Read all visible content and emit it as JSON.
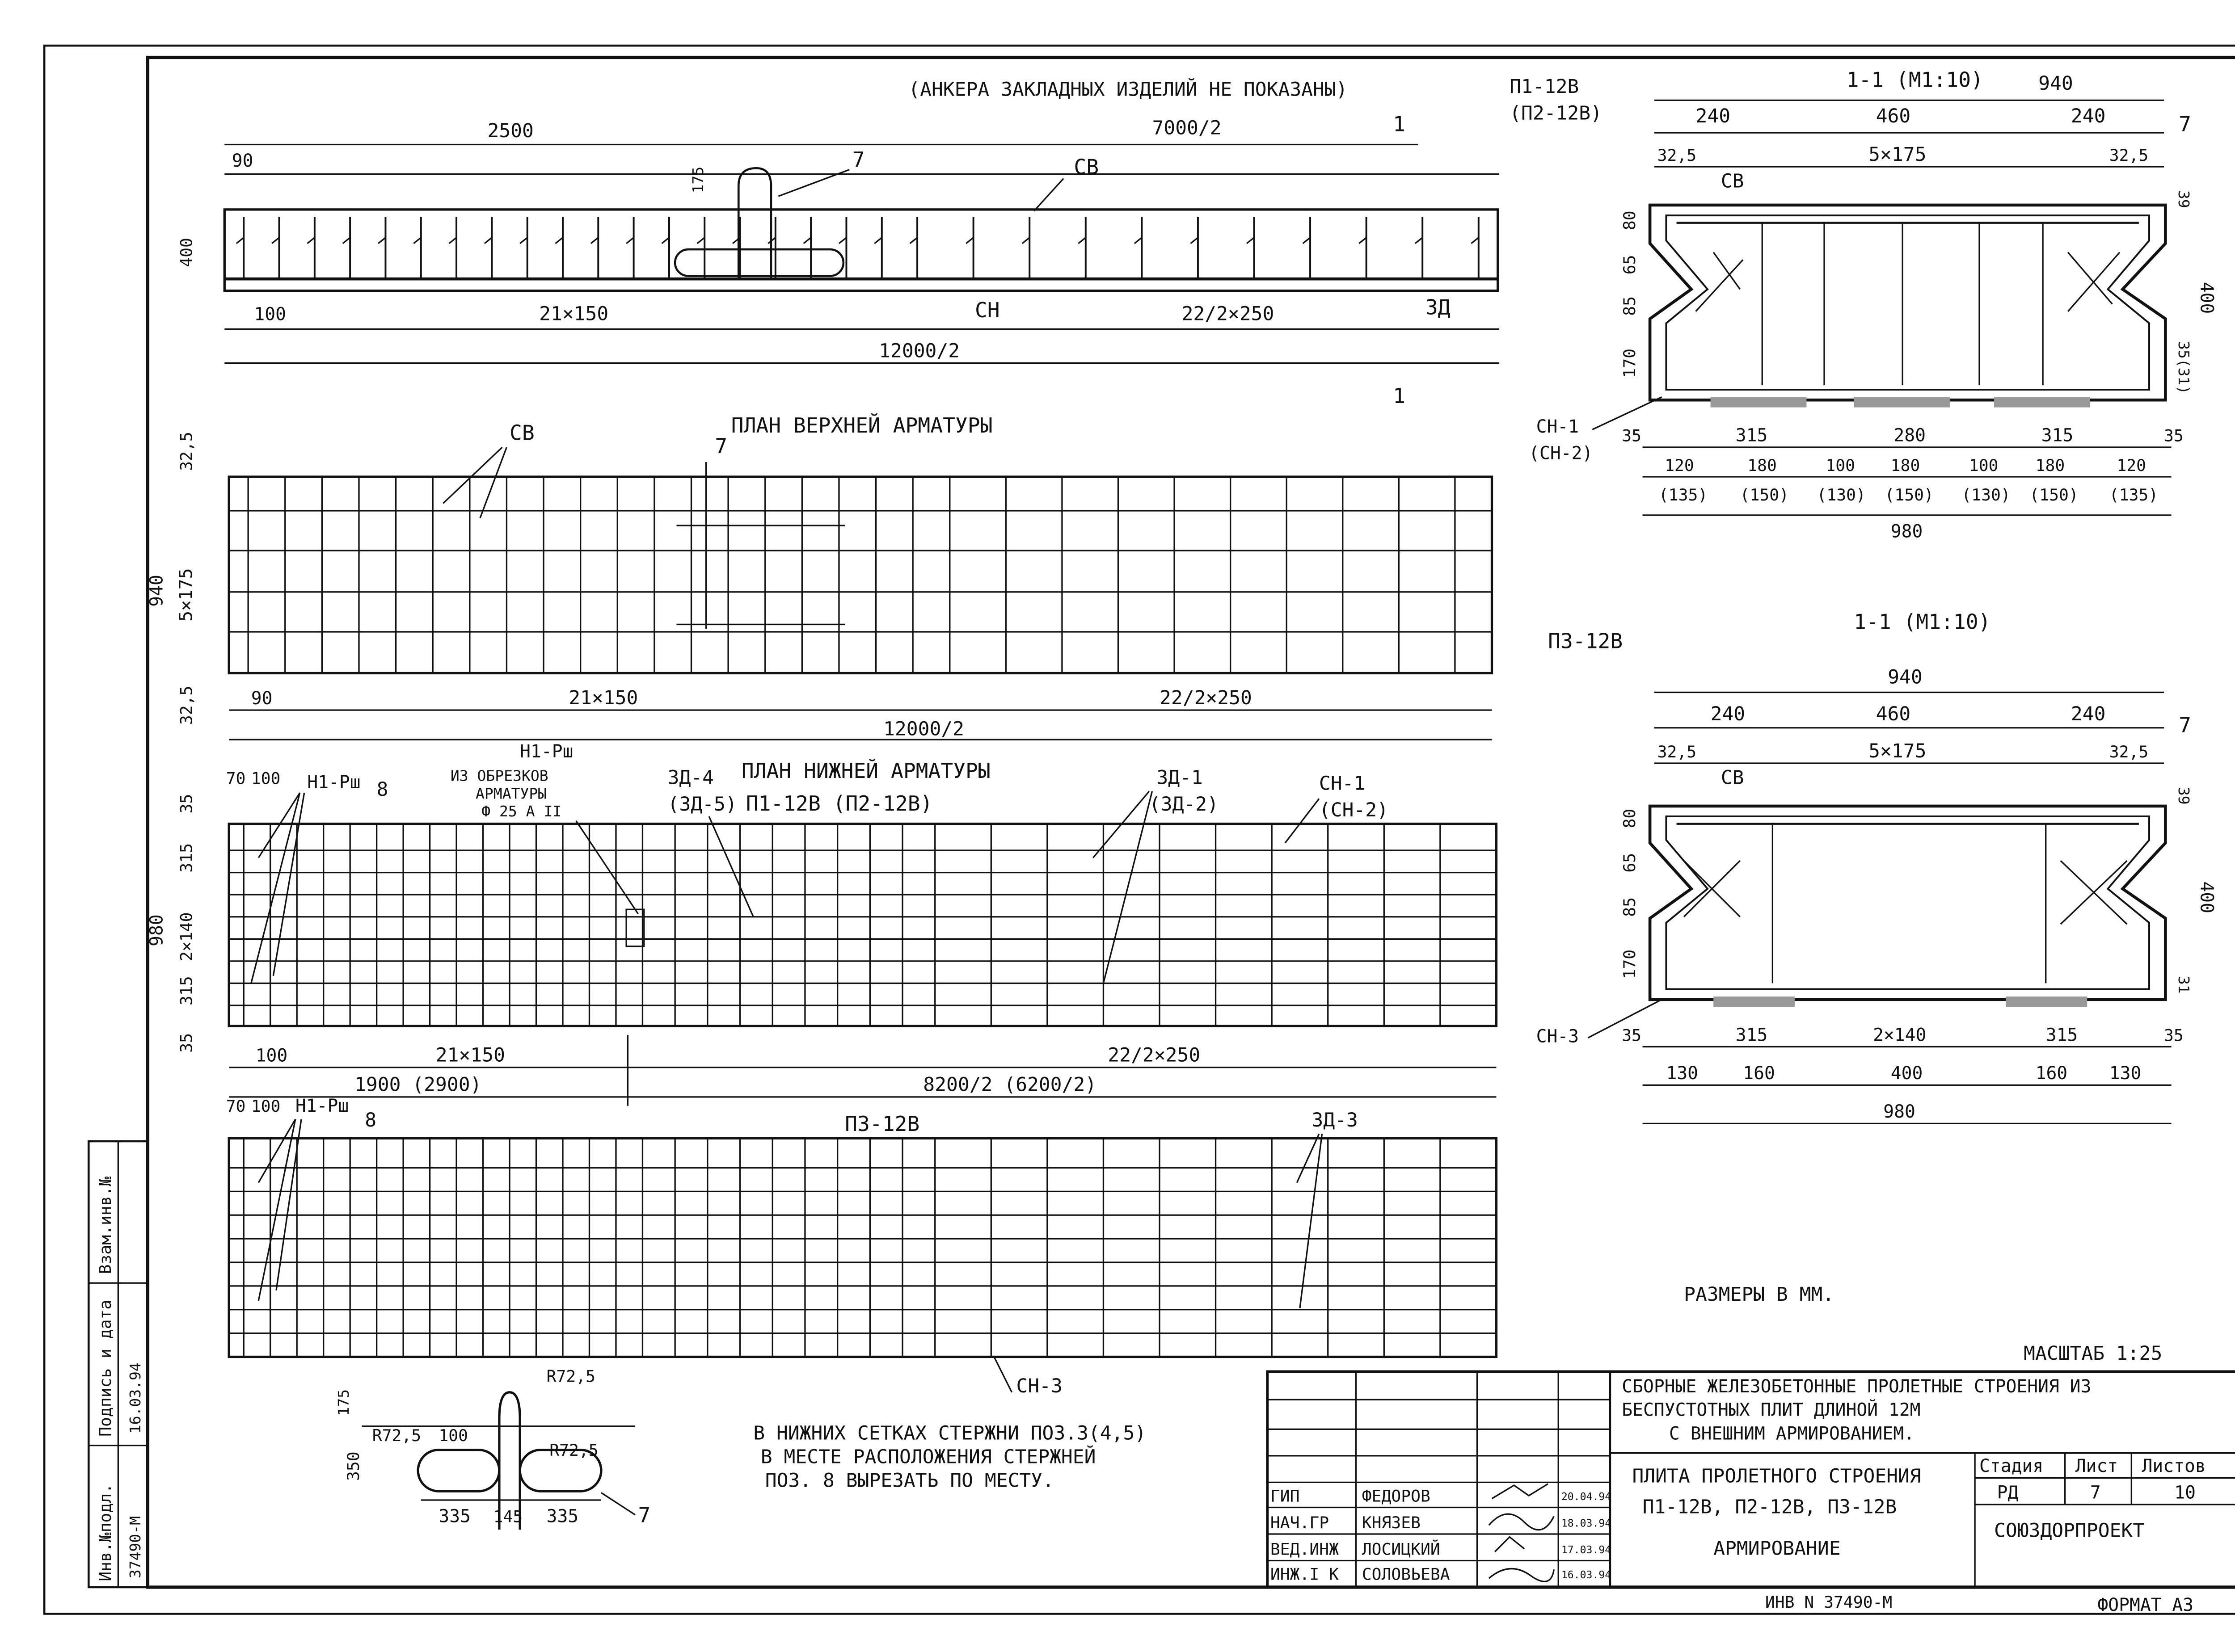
{
  "notes": {
    "anchors": "(АНКЕРА ЗАКЛАДНЫХ ИЗДЕЛИЙ НЕ ПОКАЗАНЫ)",
    "units": "РАЗМЕРЫ В ММ.",
    "cut_note": [
      "В НИЖНИХ СЕТКАХ СТЕРЖНИ ПОЗ.3(4,5)",
      "В МЕСТЕ РАСПОЛОЖЕНИЯ СТЕРЖНЕЙ",
      "ПОЗ. 8 ВЫРЕЗАТЬ ПО МЕСТУ."
    ],
    "inv_bottom": "ИНВ N 37490-М",
    "format": "ФОРМАТ А3",
    "scale": "МАСШТАБ 1:25"
  },
  "elevation": {
    "dim_2500": "2500",
    "dim_7000": "7000/2",
    "dim_90": "90",
    "dim_175": "175",
    "dim_400": "400",
    "dim_100": "100",
    "dim_21x150": "21×150",
    "dim_22x250": "22/2×250",
    "dim_12000": "12000/2",
    "lbl_7": "7",
    "lbl_cv": "СВ",
    "lbl_cn": "СН",
    "lbl_zd": "3Д",
    "cut": "1"
  },
  "labels_top_right": {
    "a": "П1-12В",
    "b": "(П2-12В)"
  },
  "plan_top": {
    "title": "ПЛАН ВЕРХНЕЙ АРМАТУРЫ",
    "lbl_cv": "СВ",
    "lbl_7": "7",
    "dim_325": "32,5",
    "dim_940": "940",
    "dim_5x175": "5×175",
    "dim_90": "90",
    "dim_21x150": "21×150",
    "dim_22x250": "22/2×250",
    "dim_12000": "12000/2"
  },
  "plan_bottom": {
    "title": "ПЛАН НИЖНЕЙ АРМАТУРЫ",
    "subtitle": "П1-12В (П2-12В)",
    "zd4": "3Д-4",
    "zd5": "(3Д-5)",
    "zd1": "3Д-1",
    "zd2": "(3Д-2)",
    "cn1": "СН-1",
    "cn2": "(СН-2)",
    "n1": "Н1-Рш",
    "n1b": "Н1-Рш",
    "lbl_8": "8",
    "scrap": [
      "ИЗ ОБРЕЗКОВ",
      "АРМАТУРЫ",
      "Ф 25 А II"
    ],
    "dim_70": "70",
    "dim_100": "100",
    "dim_35": "35",
    "dim_315": "315",
    "dim_2x140": "2×140",
    "dim_980": "980",
    "dim_21x150": "21×150",
    "dim_22x250": "22/2×250",
    "dim_1900": "1900 (2900)",
    "dim_8200": "8200/2 (6200/2)"
  },
  "plan_p3": {
    "title": "П3-12В",
    "zd3": "3Д-3",
    "cn3": "СН-3",
    "n1": "Н1-Рш",
    "lbl_8": "8",
    "dim_70": "70",
    "dim_100": "100"
  },
  "detail_7": {
    "r725a": "R72,5",
    "r725b": "R72,5",
    "r725c": "R72,5",
    "d100": "100",
    "d175": "175",
    "d350": "350",
    "d335a": "335",
    "d145": "145",
    "d335b": "335",
    "lbl": "7"
  },
  "section1": {
    "title": "1-1 (М1:10)",
    "d940": "940",
    "d240a": "240",
    "d460": "460",
    "d240b": "240",
    "lbl_7": "7",
    "d325a": "32,5",
    "d5x175": "5×175",
    "d325b": "32,5",
    "cv": "СВ",
    "d39": "39",
    "d400": "400",
    "d80": "80",
    "d65": "65",
    "d85": "85",
    "d170": "170",
    "d35_31": "35(31)",
    "cn1": "СН-1",
    "cn2": "(СН-2)",
    "d35a": "35",
    "d315a": "315",
    "d280": "280",
    "d315b": "315",
    "d35b": "35",
    "b120a": "120",
    "b180a": "180",
    "b100a": "100",
    "b180b": "180",
    "b100b": "100",
    "b180c": "180",
    "b120b": "120",
    "p135a": "(135)",
    "p150a": "(150)",
    "p130a": "(130)",
    "p150b": "(150)",
    "p130b": "(130)",
    "p150c": "(150)",
    "p135b": "(135)",
    "d980": "980"
  },
  "section2": {
    "label": "П3-12В",
    "title": "1-1 (М1:10)",
    "d940": "940",
    "d240a": "240",
    "d460": "460",
    "d240b": "240",
    "lbl_7": "7",
    "d325a": "32,5",
    "d5x175": "5×175",
    "d325b": "32,5",
    "cv": "СВ",
    "d39": "39",
    "d400": "400",
    "d80": "80",
    "d65": "65",
    "d85": "85",
    "d170": "170",
    "d31": "31",
    "cn3": "СН-3",
    "d35a": "35",
    "d315a": "315",
    "d2x140": "2×140",
    "d315b": "315",
    "d35b": "35",
    "b130a": "130",
    "b160a": "160",
    "b400": "400",
    "b160b": "160",
    "b130b": "130",
    "d980": "980"
  },
  "side_stamp": {
    "inv_podl": "Инв.№подл.",
    "podp": "Подпись и дата",
    "vzam": "Взам.инв.№",
    "inv_val": "37490-М",
    "date_val": "16.03.94"
  },
  "title_block": {
    "project": [
      "СБОРНЫЕ ЖЕЛЕЗОБЕТОННЫЕ ПРОЛЕТНЫЕ СТРОЕНИЯ ИЗ",
      "БЕСПУСТОТНЫХ ПЛИТ ДЛИНОЙ 12М",
      "С ВНЕШНИМ АРМИРОВАНИЕМ."
    ],
    "sheet_title": [
      "ПЛИТА ПРОЛЕТНОГО СТРОЕНИЯ",
      "П1-12В, П2-12В, П3-12В",
      "АРМИРОВАНИЕ"
    ],
    "stage_hdr": "Стадия",
    "sheet_hdr": "Лист",
    "sheets_hdr": "Листов",
    "stage": "РД",
    "sheet": "7",
    "sheets": "10",
    "org": "СОЮЗДОРПРОЕКТ",
    "people": [
      {
        "role": "ГИП",
        "name": "ФЕДОРОВ",
        "date": "20.04.94"
      },
      {
        "role": "НАЧ.ГР",
        "name": "КНЯЗЕВ",
        "date": "18.03.94"
      },
      {
        "role": "ВЕД.ИНЖ",
        "name": "ЛОСИЦКИЙ",
        "date": "17.03.94"
      },
      {
        "role": "ИНЖ.I К",
        "name": "СОЛОВЬЕВА",
        "date": "16.03.94"
      }
    ]
  }
}
